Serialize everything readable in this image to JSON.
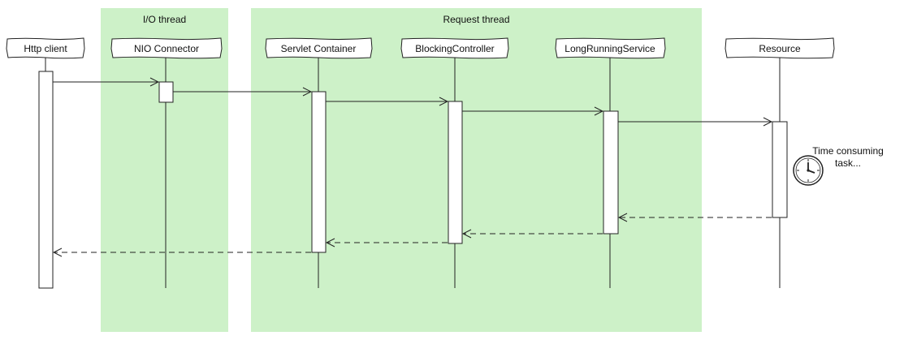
{
  "lanes": {
    "io": {
      "label": "I/O thread",
      "color": "#cdf1c8"
    },
    "request": {
      "label": "Request thread",
      "color": "#cdf1c8"
    }
  },
  "participants": [
    {
      "id": "http-client",
      "label": "Http client"
    },
    {
      "id": "nio-connector",
      "label": "NIO Connector"
    },
    {
      "id": "servlet-container",
      "label": "Servlet Container"
    },
    {
      "id": "blocking-controller",
      "label": "BlockingController"
    },
    {
      "id": "long-running-service",
      "label": "LongRunningService"
    },
    {
      "id": "resource",
      "label": "Resource"
    }
  ],
  "note": {
    "line1": "Time consuming",
    "line2": "task...",
    "icon": "clock-icon"
  },
  "messages": [
    {
      "from": "http-client",
      "to": "nio-connector",
      "kind": "call"
    },
    {
      "from": "nio-connector",
      "to": "servlet-container",
      "kind": "call"
    },
    {
      "from": "servlet-container",
      "to": "blocking-controller",
      "kind": "call"
    },
    {
      "from": "blocking-controller",
      "to": "long-running-service",
      "kind": "call"
    },
    {
      "from": "long-running-service",
      "to": "resource",
      "kind": "call"
    },
    {
      "from": "resource",
      "to": "long-running-service",
      "kind": "return"
    },
    {
      "from": "long-running-service",
      "to": "blocking-controller",
      "kind": "return"
    },
    {
      "from": "blocking-controller",
      "to": "servlet-container",
      "kind": "return"
    },
    {
      "from": "servlet-container",
      "to": "http-client",
      "kind": "return"
    }
  ]
}
